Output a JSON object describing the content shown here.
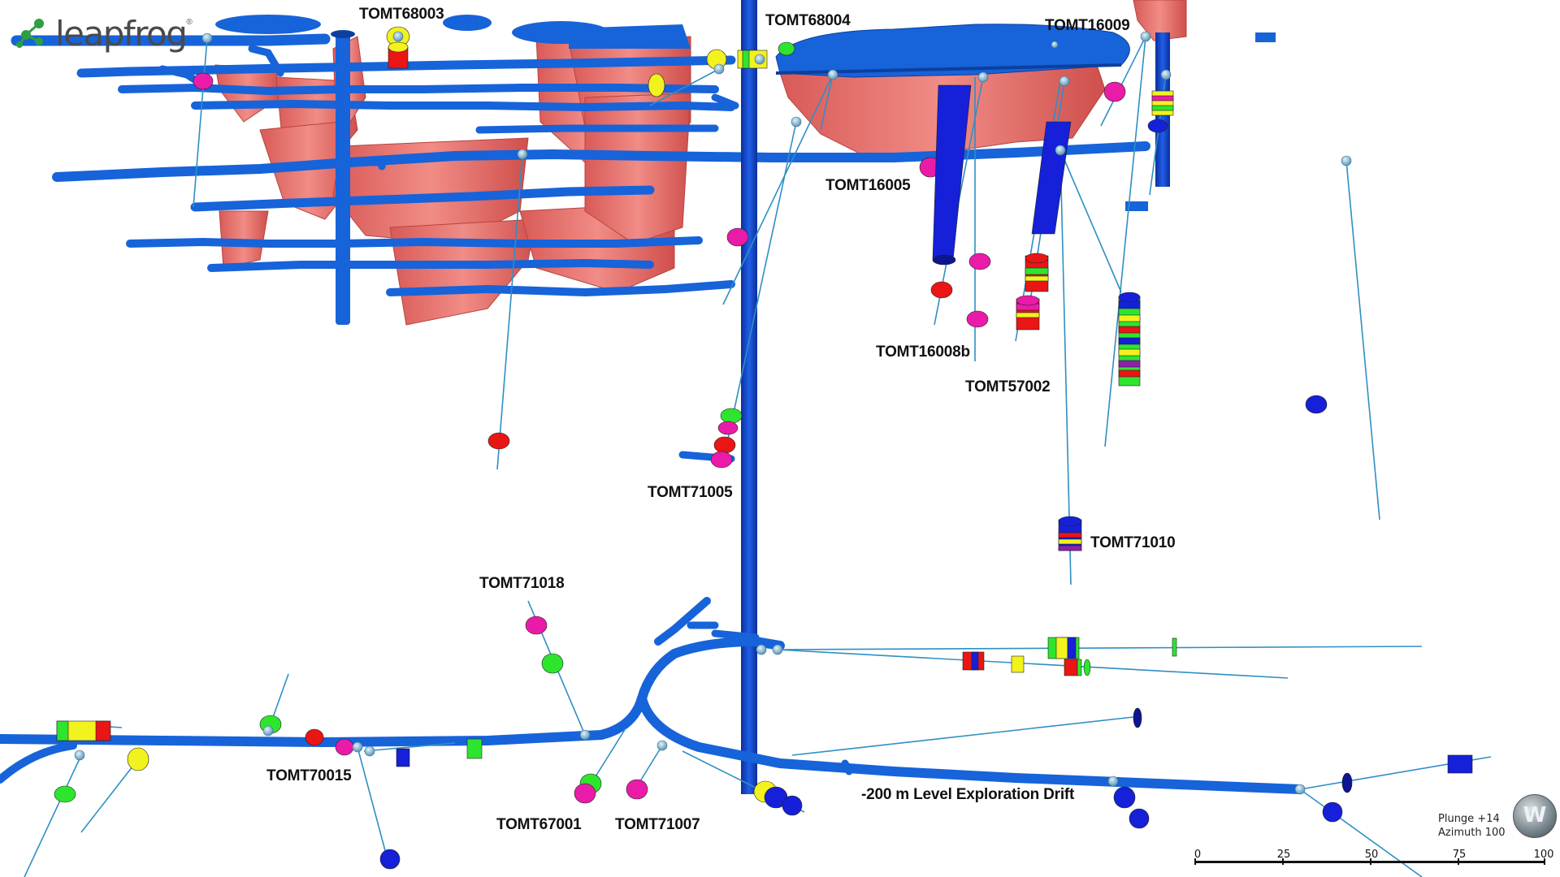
{
  "brand": {
    "name": "leapfrog",
    "mark": "®"
  },
  "holes": [
    {
      "id": "TOMT68003"
    },
    {
      "id": "TOMT68004"
    },
    {
      "id": "TOMT16009"
    },
    {
      "id": "TOMT16005"
    },
    {
      "id": "TOMT16008b"
    },
    {
      "id": "TOMT57002"
    },
    {
      "id": "TOMT71005"
    },
    {
      "id": "TOMT71010"
    },
    {
      "id": "TOMT71018"
    },
    {
      "id": "TOMT70015"
    },
    {
      "id": "TOMT67001"
    },
    {
      "id": "TOMT71007"
    }
  ],
  "drift_label": "-200 m Level Exploration Drift",
  "view": {
    "plunge": "Plunge +14",
    "azimuth": "Azimuth 100",
    "compass_letter": "W"
  },
  "scale": {
    "ticks": [
      "0",
      "25",
      "50",
      "75",
      "100"
    ]
  },
  "colors": {
    "tunnel": "#1763d9",
    "tunnel_dark": "#0d3f9e",
    "ore": "#e06a66",
    "collar": "#7fb2d0",
    "trace": "#2f8fc3",
    "int_red": "#ea1515",
    "int_magenta": "#ea1ba8",
    "int_green": "#2ee52e",
    "int_yellow": "#f2f21e",
    "int_blue": "#1520d8",
    "int_purple": "#8e1fb0"
  }
}
